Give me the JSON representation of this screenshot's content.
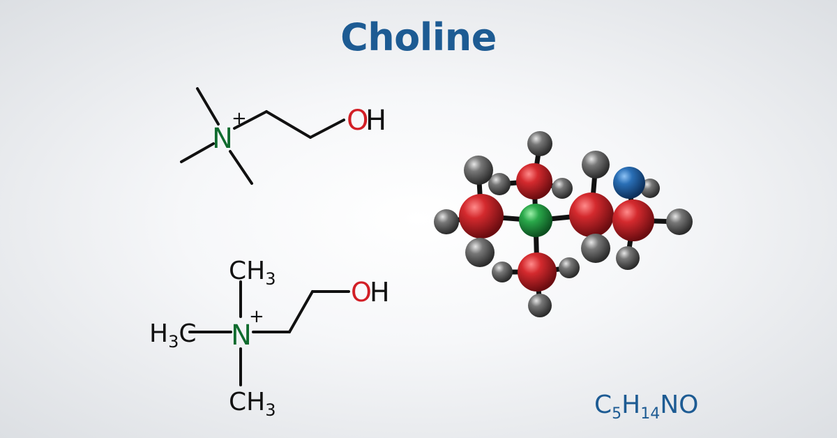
{
  "title": "Choline",
  "colors": {
    "title": "#1d5b93",
    "nitrogen": "#0f6b2e",
    "oxygen": "#d21f26",
    "bond": "#111111",
    "text": "#111111",
    "formula": "#1d5b93",
    "atom_red": "#b51d22",
    "atom_green": "#1f9a3c",
    "atom_blue": "#1e5fa3",
    "atom_grey": "#5e5e5e"
  },
  "skeletal": {
    "n_symbol": "N",
    "charge": "+",
    "o_symbol": "O",
    "h_symbol": "H"
  },
  "condensed": {
    "ch3_c": "CH",
    "ch3_sub": "3",
    "h3c_h": "H",
    "h3c_sub": "3",
    "h3c_c": "C",
    "n_symbol": "N",
    "charge": "+",
    "o_symbol": "O",
    "h_symbol": "H"
  },
  "formula": {
    "p1": "C",
    "s1": "5",
    "p2": "H",
    "s2": "14",
    "p3": "NO"
  },
  "ball_model": {
    "atom_types": [
      "red",
      "red",
      "red",
      "red",
      "red",
      "green",
      "blue",
      "grey",
      "grey",
      "grey",
      "grey",
      "grey",
      "grey",
      "grey",
      "grey",
      "grey",
      "grey",
      "grey",
      "grey",
      "grey",
      "grey"
    ]
  }
}
